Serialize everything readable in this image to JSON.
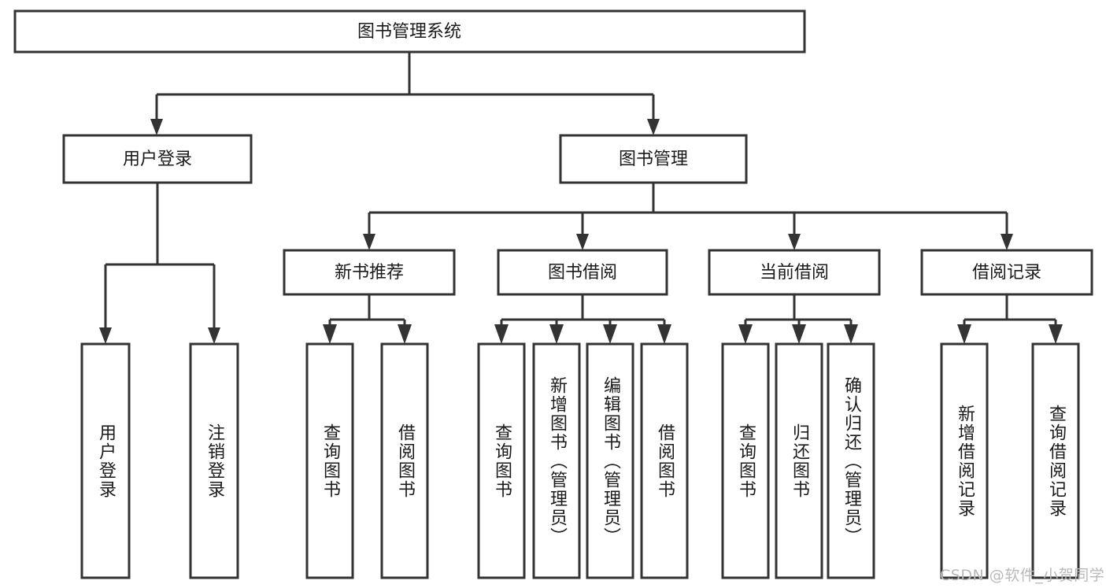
{
  "diagram": {
    "title": "图书管理系统",
    "type": "tree-hierarchy",
    "watermark": "CSDN @软件_小贺同学",
    "colors": {
      "stroke": "#333333",
      "box_fill": "#ffffff",
      "text": "#1a1a1a",
      "background": "#ffffff",
      "watermark": "#b9b9b9"
    },
    "nodes": {
      "root": {
        "label": "图书管理系统"
      },
      "level2": [
        {
          "label": "用户登录"
        },
        {
          "label": "图书管理"
        }
      ],
      "level3": [
        {
          "label": "新书推荐"
        },
        {
          "label": "图书借阅"
        },
        {
          "label": "当前借阅"
        },
        {
          "label": "借阅记录"
        }
      ],
      "leaves": [
        {
          "label": "用户登录",
          "parent": "用户登录"
        },
        {
          "label": "注销登录",
          "parent": "用户登录"
        },
        {
          "label": "查询图书",
          "parent": "新书推荐"
        },
        {
          "label": "借阅图书",
          "parent": "新书推荐"
        },
        {
          "label": "查询图书",
          "parent": "图书借阅"
        },
        {
          "label": "新增图书（管理员）",
          "parent": "图书借阅"
        },
        {
          "label": "编辑图书（管理员）",
          "parent": "图书借阅"
        },
        {
          "label": "借阅图书",
          "parent": "图书借阅"
        },
        {
          "label": "查询图书",
          "parent": "当前借阅"
        },
        {
          "label": "归还图书",
          "parent": "当前借阅"
        },
        {
          "label": "确认归还（管理员）",
          "parent": "当前借阅"
        },
        {
          "label": "新增借阅记录",
          "parent": "借阅记录"
        },
        {
          "label": "查询借阅记录",
          "parent": "借阅记录"
        }
      ]
    }
  }
}
